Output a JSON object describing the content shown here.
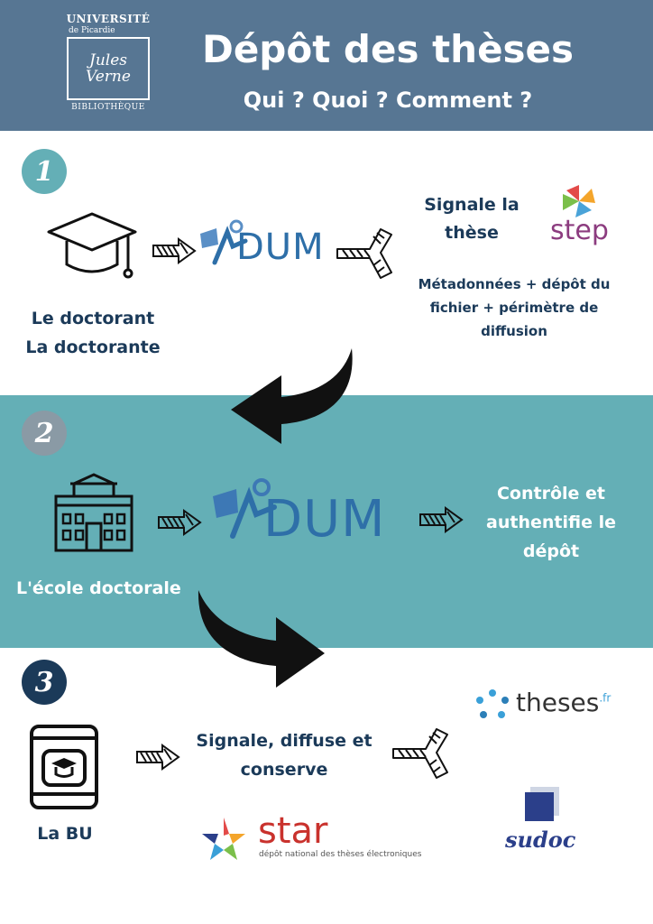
{
  "header": {
    "logo_line1": "UNIVERSITÉ",
    "logo_line2": "de Picardie",
    "logo_script": "Jules Verne",
    "logo_line3": "BIBLIOTHÈQUE",
    "title": "Dépôt des thèses",
    "subtitle": "Qui ? Quoi ? Comment ?"
  },
  "step1": {
    "number": "1",
    "actor_line1": "Le doctorant",
    "actor_line2": "La doctorante",
    "adum_logo": "DUM",
    "action_line1": "Signale la",
    "action_line2": "thèse",
    "step_logo": "step",
    "details_line1": "Métadonnées + dépôt du",
    "details_line2": "fichier + périmètre de",
    "details_line3": "diffusion"
  },
  "step2": {
    "number": "2",
    "actor": "L'école doctorale",
    "adum_logo": "DUM",
    "action_line1": "Contrôle et",
    "action_line2": "authentifie le",
    "action_line3": "dépôt"
  },
  "step3": {
    "number": "3",
    "actor": "La BU",
    "action_line1": "Signale, diffuse et",
    "action_line2": "conserve",
    "theses_logo": "theses",
    "theses_suffix": ".fr",
    "star_logo": "star",
    "star_tagline": "dépôt national des thèses électroniques",
    "sudoc_logo": "sudoc"
  },
  "colors": {
    "header": "#577693",
    "band": "#64afb6",
    "navy": "#1b3a59",
    "step_purple": "#8c3c7f"
  }
}
